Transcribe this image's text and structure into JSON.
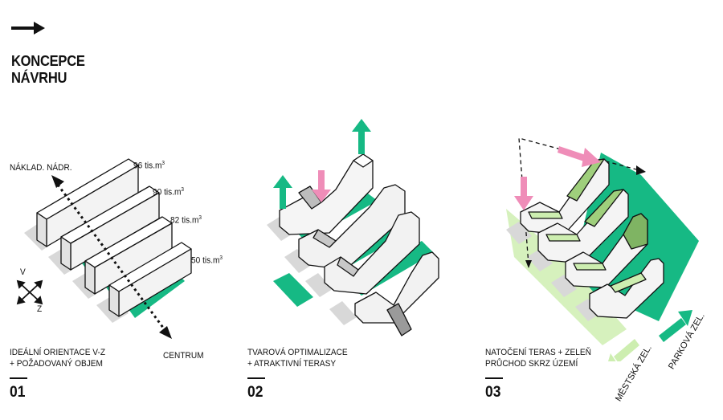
{
  "header": {
    "title_line1": "KONCEPCE",
    "title_line2": "NÁVRHU"
  },
  "colors": {
    "green": "#16b984",
    "light_green": "#cdeeb0",
    "mid_green": "#9fcf7c",
    "dark_green": "#7fb463",
    "pink": "#ef8db8",
    "gray": "#d7d7d7"
  },
  "panel1": {
    "volumes": [
      {
        "value": "96 tis.m",
        "exp": "3"
      },
      {
        "value": "90 tis.m",
        "exp": "3"
      },
      {
        "value": "82 tis.m",
        "exp": "3"
      },
      {
        "value": "50 tis.m",
        "exp": "3"
      }
    ],
    "reservoir_label": "NÁKLAD. NÁDR.",
    "center_label": "CENTRUM",
    "compass": {
      "v": "V",
      "z": "Z"
    },
    "caption_line1": "IDEÁLNÍ ORIENTACE V-Z",
    "caption_line2": "+ POŽADOVANÝ OBJEM",
    "number": "01"
  },
  "panel2": {
    "caption_line1": "TVAROVÁ OPTIMALIZACE",
    "caption_line2": "+ ATRAKTIVNÍ TERASY",
    "number": "02"
  },
  "panel3": {
    "caption_line1": "NATOČENÍ TERAS + ZELEŇ",
    "caption_line2": "PRŮCHOD SKRZ ÚZEMÍ",
    "number": "03",
    "city_green_label": "MĚSTSKÁ ZEL.",
    "park_green_label": "PARKOVÁ ZEL."
  }
}
